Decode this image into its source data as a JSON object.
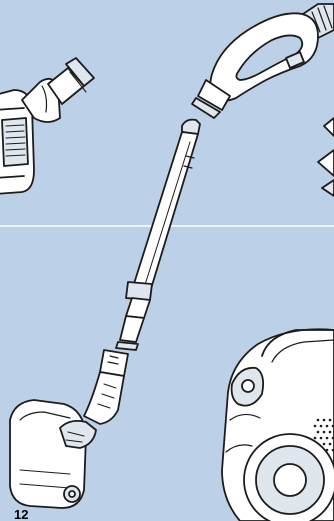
{
  "page": {
    "page_number": "12",
    "background_color": "#bcd1e7",
    "divider_color": "#ffffff",
    "line_color": "#1c1c1c",
    "part_fill": "#ffffff",
    "part_shade": "#dfe6ee"
  },
  "illustrations": [
    "floor-brush",
    "hose-handle",
    "telescopic-tube",
    "carpet-floor-nozzle",
    "vacuum-body",
    "partial-accessory"
  ]
}
